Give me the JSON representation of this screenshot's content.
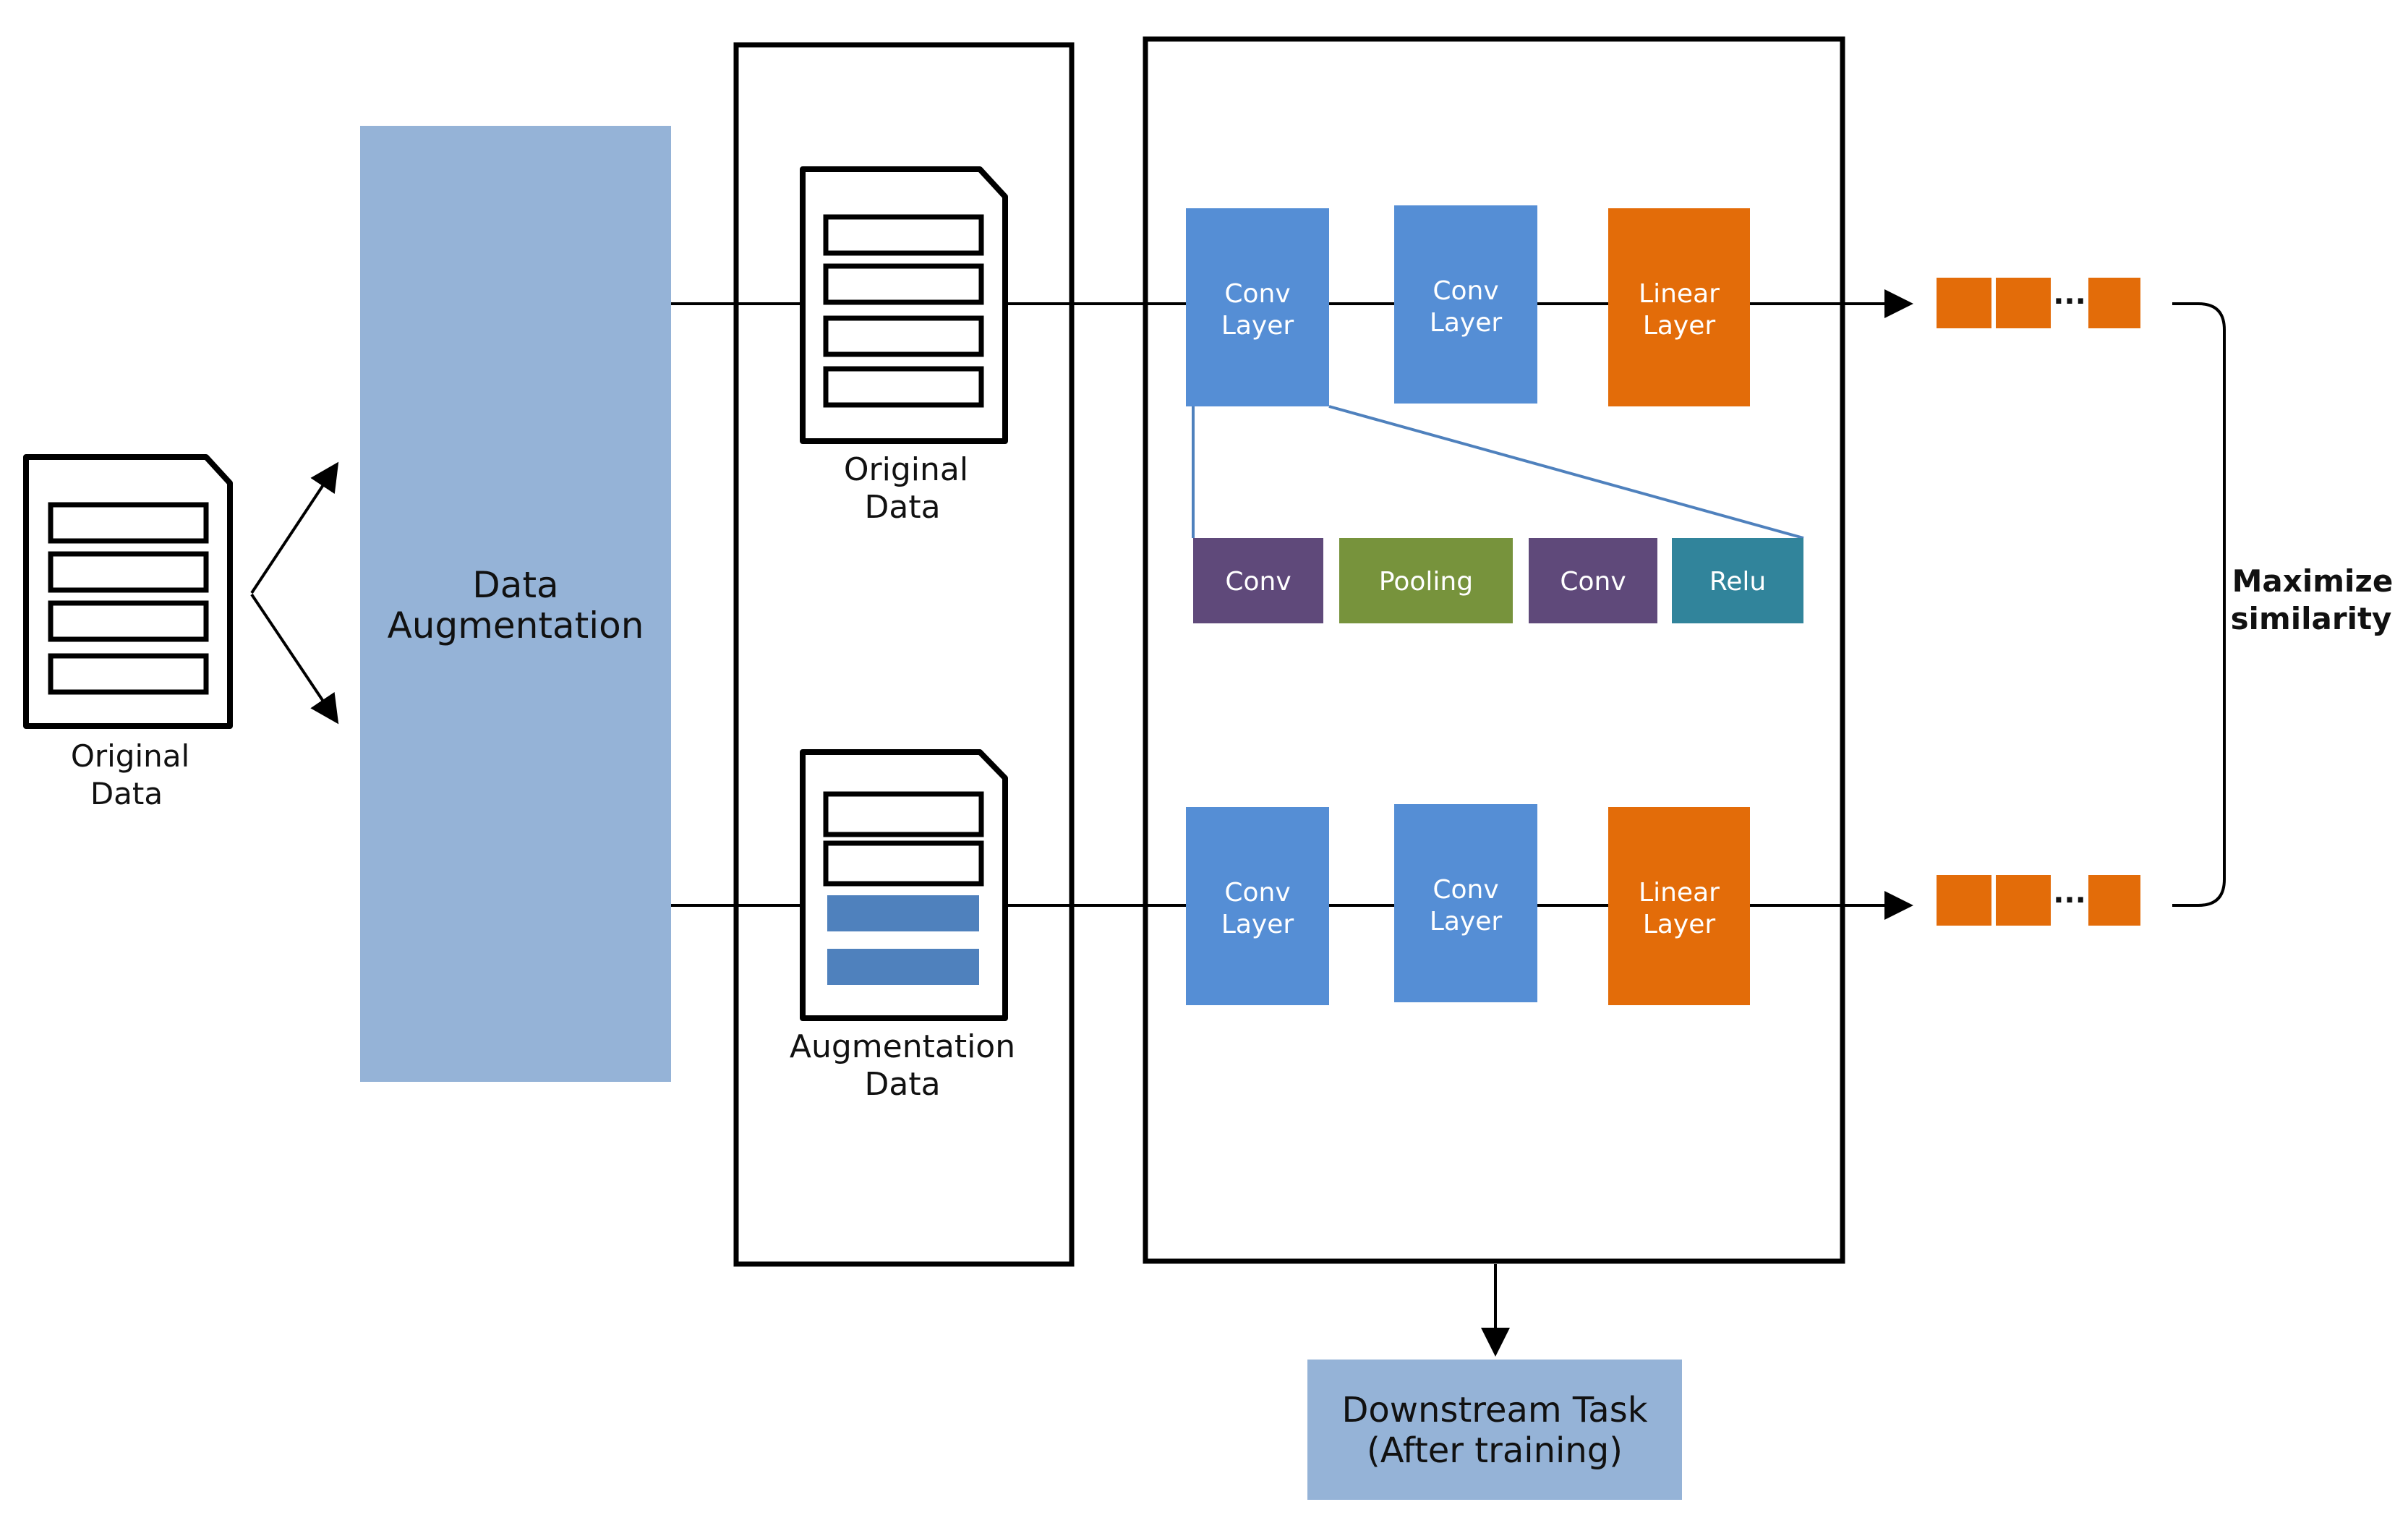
{
  "labels": {
    "left_original_line1": "Original",
    "left_original_line2": "Data",
    "data_augmentation_line1": "Data",
    "data_augmentation_line2": "Augmentation",
    "mid_original_line1": "Original",
    "mid_original_line2": "Data",
    "mid_augmentation_line1": "Augmentation",
    "mid_augmentation_line2": "Data",
    "maximize_line1": "Maximize",
    "maximize_line2": "similarity",
    "downstream_line1": "Downstream Task",
    "downstream_line2": "(After training)",
    "ellipsis": "..."
  },
  "layers": {
    "conv_line1": "Conv",
    "conv_line2": "Layer",
    "linear_line1": "Linear",
    "linear_line2": "Layer"
  },
  "breakdown": {
    "conv": "Conv",
    "pooling": "Pooling",
    "relu": "Relu"
  },
  "colors": {
    "augmentation_panel": "#95b3d7",
    "conv_layer": "#558ed5",
    "linear_layer": "#e36c09",
    "embedding": "#e36c09",
    "conv_breakdown": "#5f497a",
    "pooling": "#77933c",
    "relu": "#31849b",
    "augmented_row": "#4f81bd",
    "downstream": "#95b3d7"
  }
}
